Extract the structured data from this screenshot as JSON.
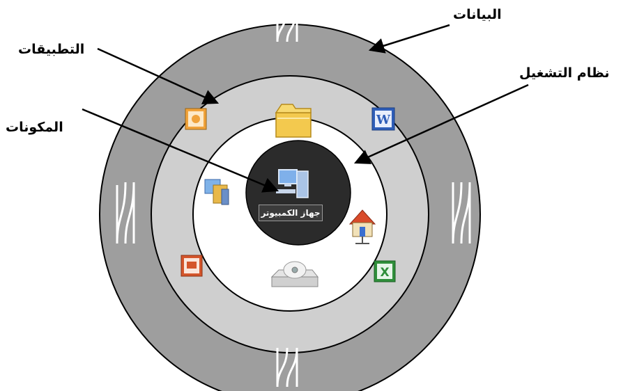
{
  "labels": {
    "data": "البيانات",
    "applications": "التطبيقات",
    "operating_system": "نظام التشغيل",
    "components": "المكونات"
  },
  "center": {
    "label": "جهاز الكمبيوتر"
  },
  "colors": {
    "outer_ring": "#9e9e9e",
    "middle_ring": "#cfcfcf",
    "inner_ring": "#ffffff",
    "core": "#2b2b2b",
    "stroke": "#000000"
  },
  "icons": [
    "folder-icon",
    "word-icon",
    "network-home-icon",
    "excel-icon",
    "cd-drive-icon",
    "powerpoint-icon",
    "control-panel-icon",
    "outlook-icon",
    "computer-icon"
  ]
}
